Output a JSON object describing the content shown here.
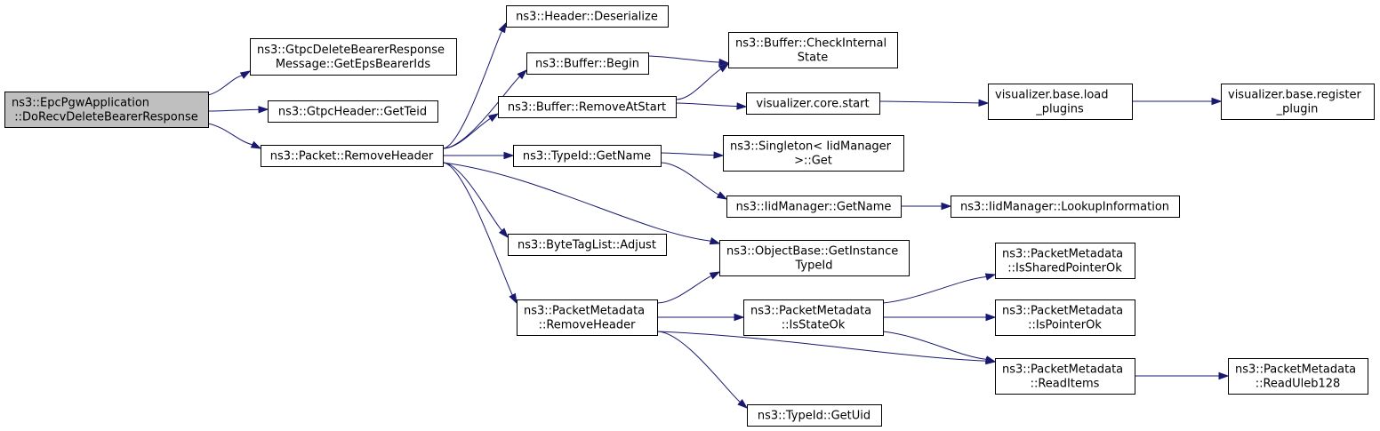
{
  "colors": {
    "root_fill": "#bfbfbf",
    "node_fill": "#ffffff",
    "edge": "#191970"
  },
  "nodes": [
    {
      "id": "root",
      "lines": [
        "ns3::EpcPgwApplication",
        "::DoRecvDeleteBearerResponse"
      ],
      "root": true
    },
    {
      "id": "gtpc_del",
      "lines": [
        "ns3::GtpcDeleteBearerResponse",
        "Message::GetEpsBearerIds"
      ]
    },
    {
      "id": "gtpc_teid",
      "lines": [
        "ns3::GtpcHeader::GetTeid"
      ]
    },
    {
      "id": "pkt_rm",
      "lines": [
        "ns3::Packet::RemoveHeader"
      ]
    },
    {
      "id": "hdr_deser",
      "lines": [
        "ns3::Header::Deserialize"
      ]
    },
    {
      "id": "buf_begin",
      "lines": [
        "ns3::Buffer::Begin"
      ]
    },
    {
      "id": "buf_rmstart",
      "lines": [
        "ns3::Buffer::RemoveAtStart"
      ]
    },
    {
      "id": "buf_check",
      "lines": [
        "ns3::Buffer::CheckInternal",
        "State"
      ]
    },
    {
      "id": "vis_core",
      "lines": [
        "visualizer.core.start"
      ]
    },
    {
      "id": "vis_load",
      "lines": [
        "visualizer.base.load",
        "_plugins"
      ]
    },
    {
      "id": "vis_reg",
      "lines": [
        "visualizer.base.register",
        "_plugin"
      ]
    },
    {
      "id": "typeid_name",
      "lines": [
        "ns3::TypeId::GetName"
      ]
    },
    {
      "id": "singleton",
      "lines": [
        "ns3::Singleton< IidManager",
        ">::Get"
      ]
    },
    {
      "id": "iid_name",
      "lines": [
        "ns3::IidManager::GetName"
      ]
    },
    {
      "id": "iid_lookup",
      "lines": [
        "ns3::IidManager::LookupInformation"
      ]
    },
    {
      "id": "btl_adjust",
      "lines": [
        "ns3::ByteTagList::Adjust"
      ]
    },
    {
      "id": "obj_inst",
      "lines": [
        "ns3::ObjectBase::GetInstance",
        "TypeId"
      ]
    },
    {
      "id": "pm_rm",
      "lines": [
        "ns3::PacketMetadata",
        "::RemoveHeader"
      ]
    },
    {
      "id": "pm_isstate",
      "lines": [
        "ns3::PacketMetadata",
        "::IsStateOk"
      ]
    },
    {
      "id": "pm_isshared",
      "lines": [
        "ns3::PacketMetadata",
        "::IsSharedPointerOk"
      ]
    },
    {
      "id": "pm_isptr",
      "lines": [
        "ns3::PacketMetadata",
        "::IsPointerOk"
      ]
    },
    {
      "id": "pm_read",
      "lines": [
        "ns3::PacketMetadata",
        "::ReadItems"
      ]
    },
    {
      "id": "pm_uleb",
      "lines": [
        "ns3::PacketMetadata",
        "::ReadUleb128"
      ]
    },
    {
      "id": "typeid_uid",
      "lines": [
        "ns3::TypeId::GetUid"
      ]
    }
  ],
  "edges": [
    {
      "from": "root",
      "to": "gtpc_del"
    },
    {
      "from": "root",
      "to": "gtpc_teid"
    },
    {
      "from": "root",
      "to": "pkt_rm"
    },
    {
      "from": "pkt_rm",
      "to": "hdr_deser"
    },
    {
      "from": "pkt_rm",
      "to": "buf_begin"
    },
    {
      "from": "pkt_rm",
      "to": "buf_rmstart"
    },
    {
      "from": "pkt_rm",
      "to": "typeid_name"
    },
    {
      "from": "pkt_rm",
      "to": "btl_adjust"
    },
    {
      "from": "pkt_rm",
      "to": "obj_inst"
    },
    {
      "from": "pkt_rm",
      "to": "pm_rm"
    },
    {
      "from": "buf_begin",
      "to": "buf_check"
    },
    {
      "from": "buf_rmstart",
      "to": "buf_check"
    },
    {
      "from": "buf_rmstart",
      "to": "vis_core"
    },
    {
      "from": "vis_core",
      "to": "vis_load"
    },
    {
      "from": "vis_load",
      "to": "vis_reg"
    },
    {
      "from": "typeid_name",
      "to": "singleton"
    },
    {
      "from": "typeid_name",
      "to": "iid_name"
    },
    {
      "from": "iid_name",
      "to": "iid_lookup"
    },
    {
      "from": "pm_rm",
      "to": "obj_inst"
    },
    {
      "from": "pm_rm",
      "to": "pm_isstate"
    },
    {
      "from": "pm_rm",
      "to": "pm_read"
    },
    {
      "from": "pm_rm",
      "to": "typeid_uid"
    },
    {
      "from": "pm_isstate",
      "to": "pm_isshared"
    },
    {
      "from": "pm_isstate",
      "to": "pm_isptr"
    },
    {
      "from": "pm_isstate",
      "to": "pm_read"
    },
    {
      "from": "pm_read",
      "to": "pm_uleb"
    }
  ]
}
